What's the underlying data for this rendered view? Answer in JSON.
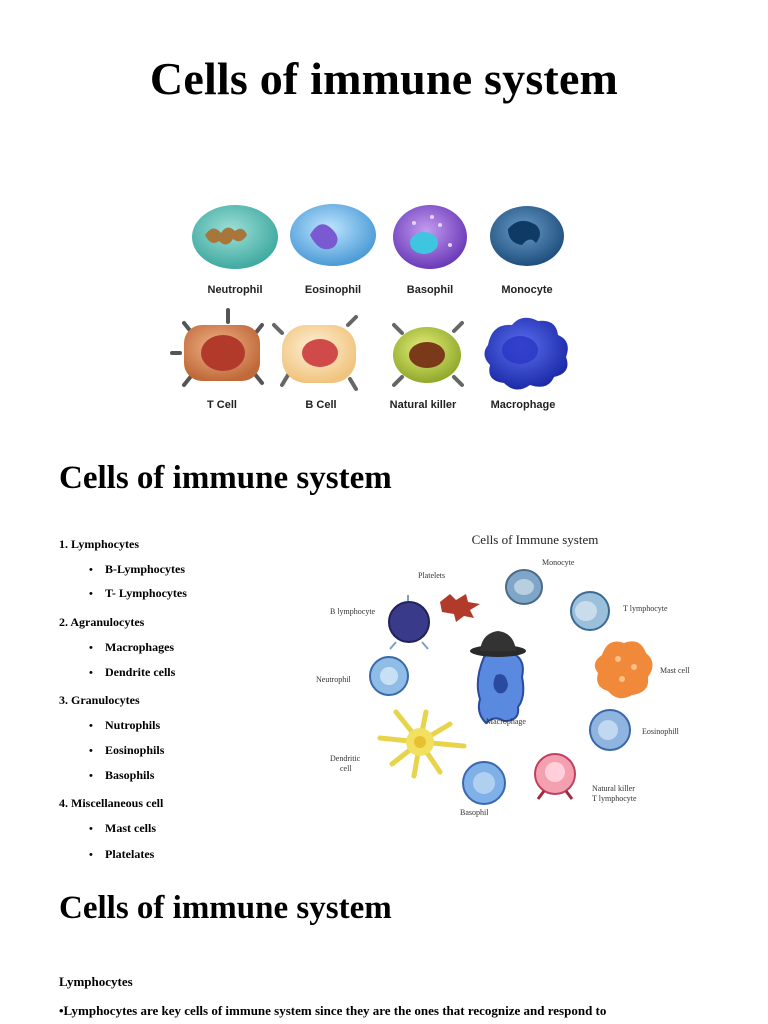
{
  "title": "Cells of immune system",
  "figure1": {
    "row1": [
      "Neutrophil",
      "Eosinophil",
      "Basophil",
      "Monocyte"
    ],
    "row2": [
      "T Cell",
      "B Cell",
      "Natural killer",
      "Macrophage"
    ]
  },
  "section2": {
    "heading": "Cells of immune system",
    "categories": [
      {
        "label": "1. Lymphocytes",
        "items": [
          "B-Lymphocytes",
          "T- Lymphocytes"
        ]
      },
      {
        "label": "2. Agranulocytes",
        "items": [
          "Macrophages",
          "Dendrite cells"
        ]
      },
      {
        "label": "3. Granulocytes",
        "items": [
          "Nutrophils",
          "Eosinophils",
          "Basophils"
        ]
      },
      {
        "label": "4. Miscellaneous cell",
        "items": [
          "Mast cells",
          "Platelates"
        ]
      }
    ],
    "bullet": "•",
    "figure2": {
      "title": "Cells of Immune system",
      "labels": {
        "platelets": "Platelets",
        "monocyte": "Monocyte",
        "b_lymphocyte": "B lymphocyte",
        "t_lymphocyte": "T lymphocyte",
        "mast_cell": "Mast cell",
        "neutrophil": "Neutrophil",
        "macrophage": "Macrophage",
        "eosinophil": "Eosinophill",
        "dendritic_1": "Dendritic",
        "dendritic_2": "cell",
        "natural_killer_1": "Natural killer",
        "natural_killer_2": "T lymphocyte",
        "basophil": "Basophil"
      }
    }
  },
  "section3": {
    "heading": "Cells of immune system",
    "subheading": "Lymphocytes",
    "paragraph": "•Lymphocytes are key cells of immune system since they are the ones that recognize and respond to"
  }
}
